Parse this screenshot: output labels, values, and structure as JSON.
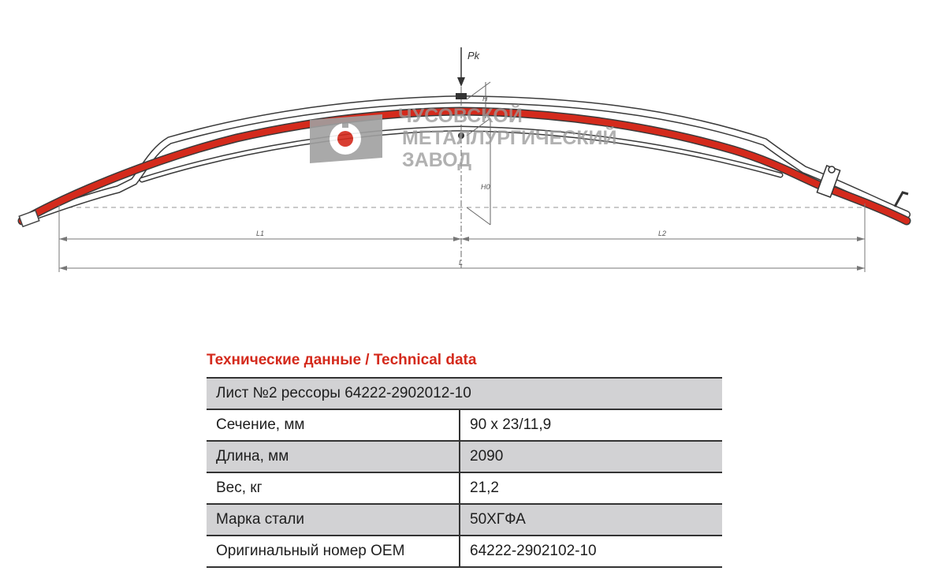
{
  "drawing": {
    "load_label": "Pk",
    "dim_L1": "L1",
    "dim_L2": "L2",
    "dim_L": "L",
    "dim_H": "H",
    "dim_H0": "H0"
  },
  "logo": {
    "line1": "ЧУСОВСКОЙ",
    "line2": "МЕТАЛЛУРГИЧЕСКИЙ",
    "line3": "ЗАВОД"
  },
  "colors": {
    "accent_red": "#d42a1c",
    "table_shade": "#d2d2d4",
    "logo_grey": "#9a9a9a"
  },
  "tech": {
    "title": "Технические данные / Technical data",
    "header": "Лист №2 рессоры 64222-2902012-10",
    "rows": [
      {
        "label": "Сечение, мм",
        "value": "90 х 23/11,9"
      },
      {
        "label": "Длина, мм",
        "value": "2090"
      },
      {
        "label": "Вес, кг",
        "value": "21,2"
      },
      {
        "label": "Марка стали",
        "value": "50ХГФА"
      },
      {
        "label": "Оригинальный номер ОЕМ",
        "value": "64222-2902102-10"
      }
    ]
  }
}
